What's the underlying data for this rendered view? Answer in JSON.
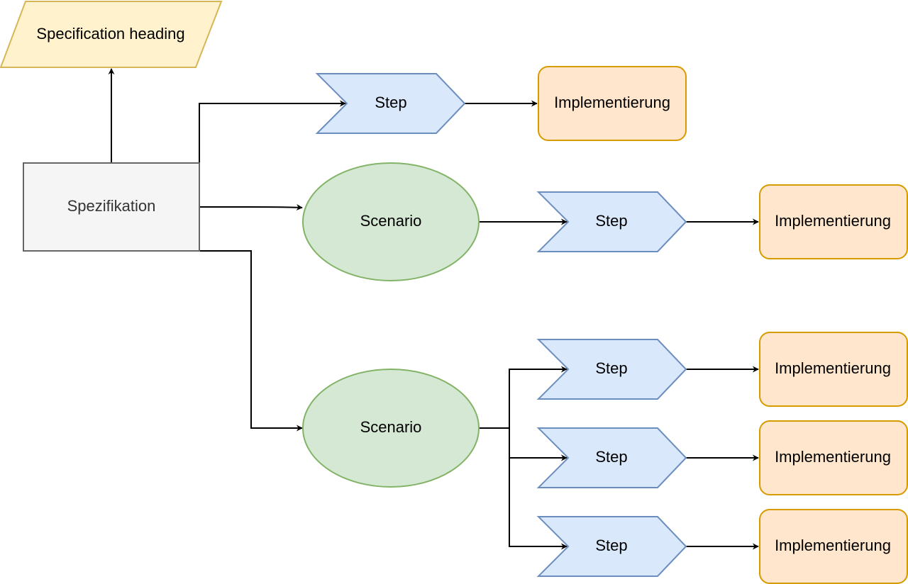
{
  "colors": {
    "heading_fill": "#fff2cc",
    "heading_stroke": "#d6b656",
    "spec_fill": "#f5f5f5",
    "spec_stroke": "#666666",
    "spec_text": "#333333",
    "scenario_fill": "#d5e8d4",
    "scenario_stroke": "#82b366",
    "step_fill": "#dae8fc",
    "step_stroke": "#6c8ebf",
    "impl_fill": "#ffe6cc",
    "impl_stroke": "#d79b00",
    "edge": "#000000",
    "text": "#000000"
  },
  "nodes": {
    "heading": {
      "label": "Specification heading"
    },
    "specification": {
      "label": "Spezifikation"
    },
    "scenario_1": {
      "label": "Scenario"
    },
    "scenario_2": {
      "label": "Scenario"
    },
    "step_1": {
      "label": "Step"
    },
    "step_2": {
      "label": "Step"
    },
    "step_3": {
      "label": "Step"
    },
    "step_4": {
      "label": "Step"
    },
    "step_5": {
      "label": "Step"
    },
    "impl_1": {
      "label": "Implementierung"
    },
    "impl_2": {
      "label": "Implementierung"
    },
    "impl_3": {
      "label": "Implementierung"
    },
    "impl_4": {
      "label": "Implementierung"
    },
    "impl_5": {
      "label": "Implementierung"
    }
  }
}
